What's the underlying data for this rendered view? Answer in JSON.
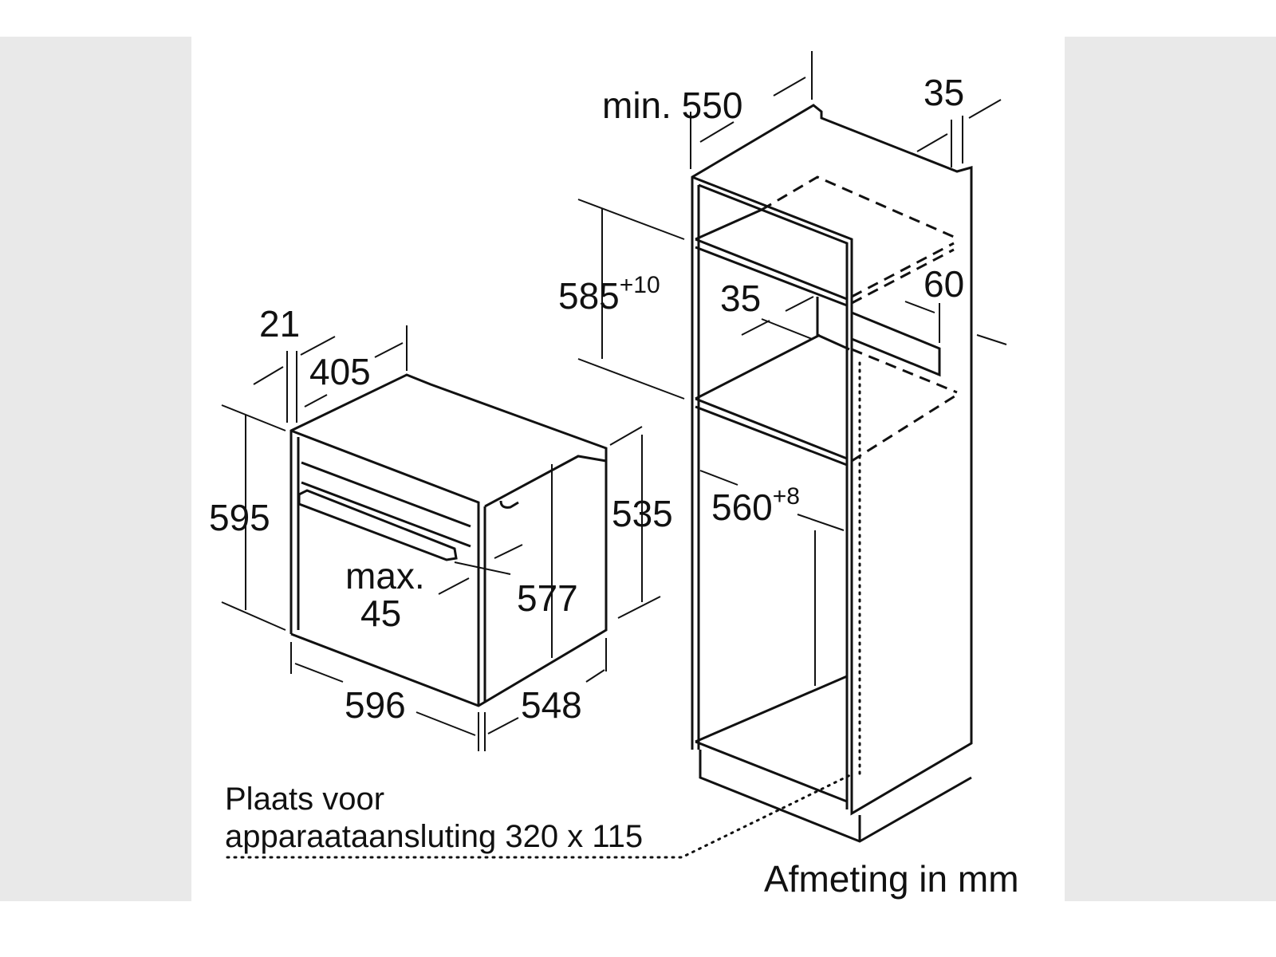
{
  "labels": {
    "cabinet_depth": "min. 550",
    "back_gap": "35",
    "niche_height": "585",
    "niche_height_tol": "+10",
    "vent_depth": "35",
    "vent_height": "60",
    "niche_width": "560",
    "niche_width_tol": "+8",
    "oven_front_thickness": "21",
    "oven_top_depth": "405",
    "oven_height": "595",
    "oven_body_height": "535",
    "handle_depth_line1": "max.",
    "handle_depth_line2": "45",
    "oven_inner_height": "577",
    "oven_width": "596",
    "oven_depth": "548",
    "connection_note_line1": "Plaats voor",
    "connection_note_line2": "apparaataansluting 320 x 115",
    "units_note": "Afmeting in mm"
  }
}
